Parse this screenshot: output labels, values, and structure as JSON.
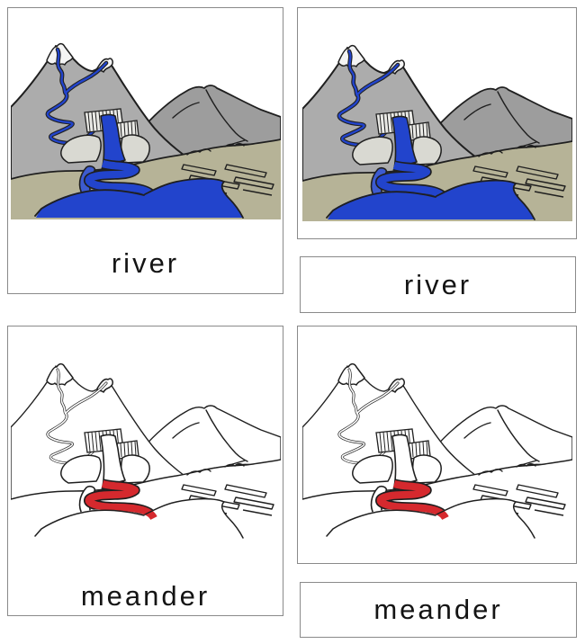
{
  "page": {
    "description": "river and meander nomenclature cards, 2x2 grid"
  },
  "cards": {
    "river_card_with_label": {
      "label": "river",
      "style": "colored",
      "type": "picture-with-label"
    },
    "river_picture_card": {
      "style": "colored",
      "type": "picture"
    },
    "river_label_card": {
      "label": "river",
      "type": "label"
    },
    "meander_card_with_label": {
      "label": "meander",
      "style": "lineart",
      "type": "picture-with-label"
    },
    "meander_picture_card": {
      "style": "lineart",
      "type": "picture"
    },
    "meander_label_card": {
      "label": "meander",
      "type": "label"
    }
  },
  "colors": {
    "river_blue": "#2244cc",
    "oxbow_blue": "#3d5bd0",
    "mountain_gray": "#acacac",
    "far_mountain_gray": "#9d9d9d",
    "snow_white": "#f4f4f4",
    "rock_gray": "#d9d9d2",
    "plain_olive": "#b6b397",
    "outline_ink": "#1f1f1f",
    "meander_red": "#d5292e",
    "card_border": "#8a8a8a",
    "label_text": "#141414",
    "page_background": "#ffffff"
  }
}
